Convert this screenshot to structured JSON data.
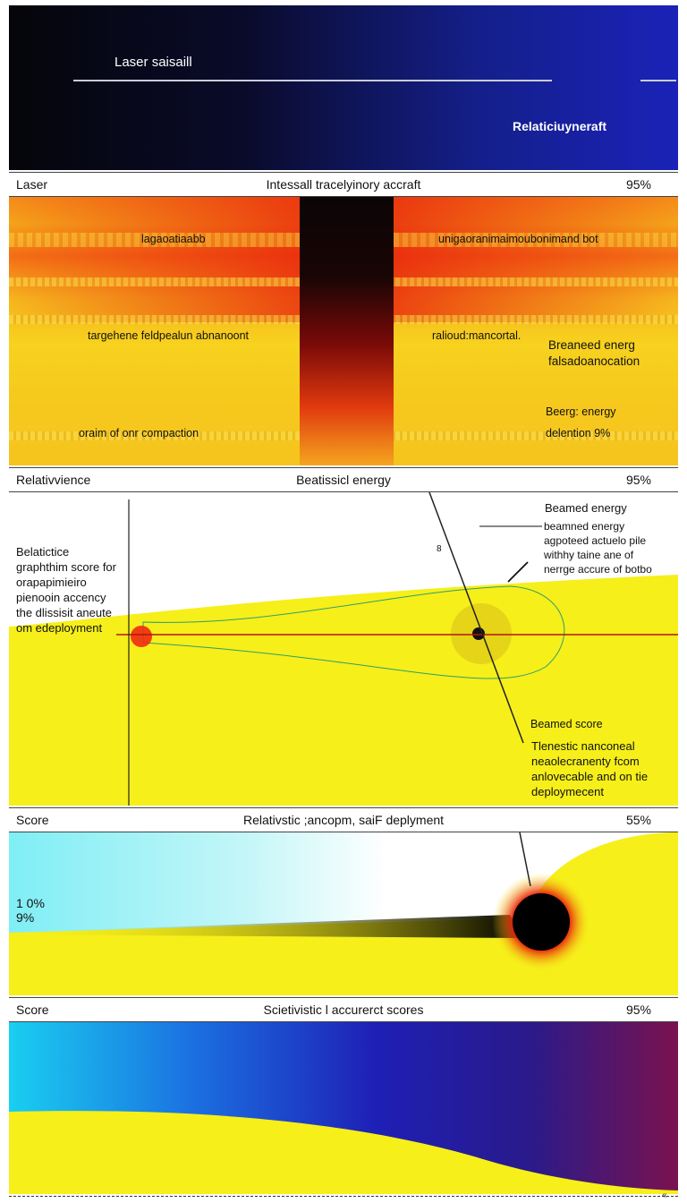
{
  "hero": {
    "left_label": "Laser saisaill",
    "right_label": "Relaticiuyneraft"
  },
  "sections": [
    {
      "left": "Laser",
      "center": "Intessall tracelyinory accraft",
      "right": "95%"
    },
    {
      "left": "Relativvience",
      "center": "Beatissicl energy",
      "right": "95%"
    },
    {
      "left": "Score",
      "center": "Relativstic ;ancopm, saiF deplyment",
      "right": "55%"
    },
    {
      "left": "Score",
      "center": "Scietivistic l accurerct scores",
      "right": "95%"
    }
  ],
  "panel_heat": {
    "top_left_band": "lagaoatiaabb",
    "top_right_band": "unigaoranimaimoubonimand bot",
    "mid_left": "targehene feldpealun abnanoont",
    "mid_right": "ralioud:mancortal.",
    "right_note_1": "Breaneed energ",
    "right_note_2": "falsadoanocation",
    "lower_right_1": "Beerg: energy",
    "lower_right_2": "delention 9%",
    "lower_left": "oraim of onr compaction"
  },
  "panel_beam": {
    "top_right_title": "Beamed energy",
    "callout_lines": [
      "beamned energy",
      "agpoteed actuelo pile",
      "withhy taine ane of",
      "nerrge accure of botbo"
    ],
    "left_note_lines": [
      "Belatictice",
      "graphthim score for",
      "orapapimieiro",
      "pienooin accency",
      "the dlissisit aneute",
      "om edeployment"
    ],
    "small_mark": "8",
    "score_label": "Beamed score",
    "desc_lines": [
      "Tlenestic nanconeal",
      "neaolecranenty fcom",
      "anlovecable and on tie",
      "deploymecent"
    ]
  },
  "panel_sail": {
    "value_1": "1 0%",
    "value_2": "9%"
  },
  "footer": {
    "corner_mark": "«"
  },
  "colors": {
    "hero_dark": "#05050a",
    "hero_blue": "#1b1fb0",
    "heat_red": "#e81d0c",
    "heat_orange": "#f5921a",
    "field_yellow": "#f5ee1a",
    "cyan": "#19cff0",
    "purple": "#7a124f"
  }
}
